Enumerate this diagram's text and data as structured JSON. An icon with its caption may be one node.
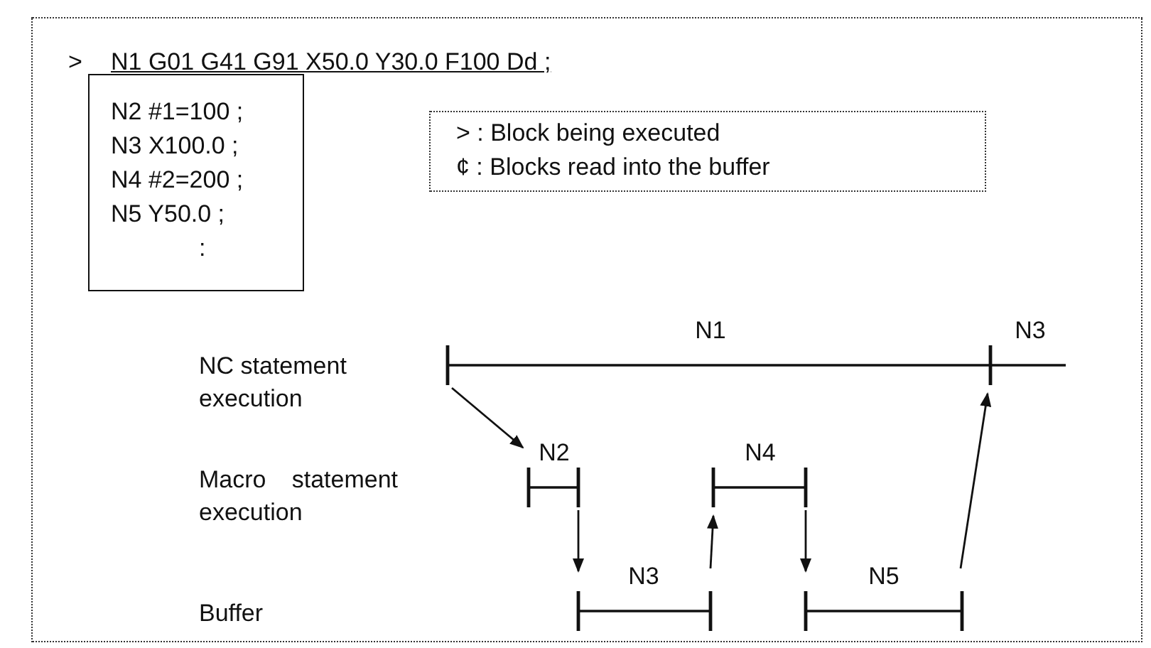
{
  "diagram": {
    "nodes": [
      {
        "text": [
          "N2 #1=100 ;",
          "N3 X100.0 ;",
          "N4 #2=200 ;",
          "N5 Y50.0 ;",
          ":"
        ]
      },
      {
        "text": [
          "> : Block being executed",
          "¢ : Blocks read into the buffer"
        ]
      },
      {
        "text": [
          "N1"
        ]
      },
      {
        "text": [
          "N3"
        ]
      },
      {
        "text": [
          "N2"
        ]
      },
      {
        "text": [
          "N4"
        ]
      },
      {
        "text": [
          "N3"
        ]
      },
      {
        "text": [
          "N5"
        ]
      }
    ],
    "edges": [
      {
        "from": 2,
        "to": 4,
        "arrow": "to"
      },
      {
        "from": 4,
        "to": 6,
        "arrow": "to"
      },
      {
        "from": 6,
        "to": 5,
        "arrow": "to"
      },
      {
        "from": 5,
        "to": 7,
        "arrow": "to"
      },
      {
        "from": 7,
        "to": 3,
        "arrow": "to"
      }
    ],
    "labels": [
      ">",
      "N1 G01 G41 G91 X50.0 Y30.0 F100 Dd ;",
      "NC statement execution",
      "Macro statement execution",
      "Buffer"
    ]
  }
}
